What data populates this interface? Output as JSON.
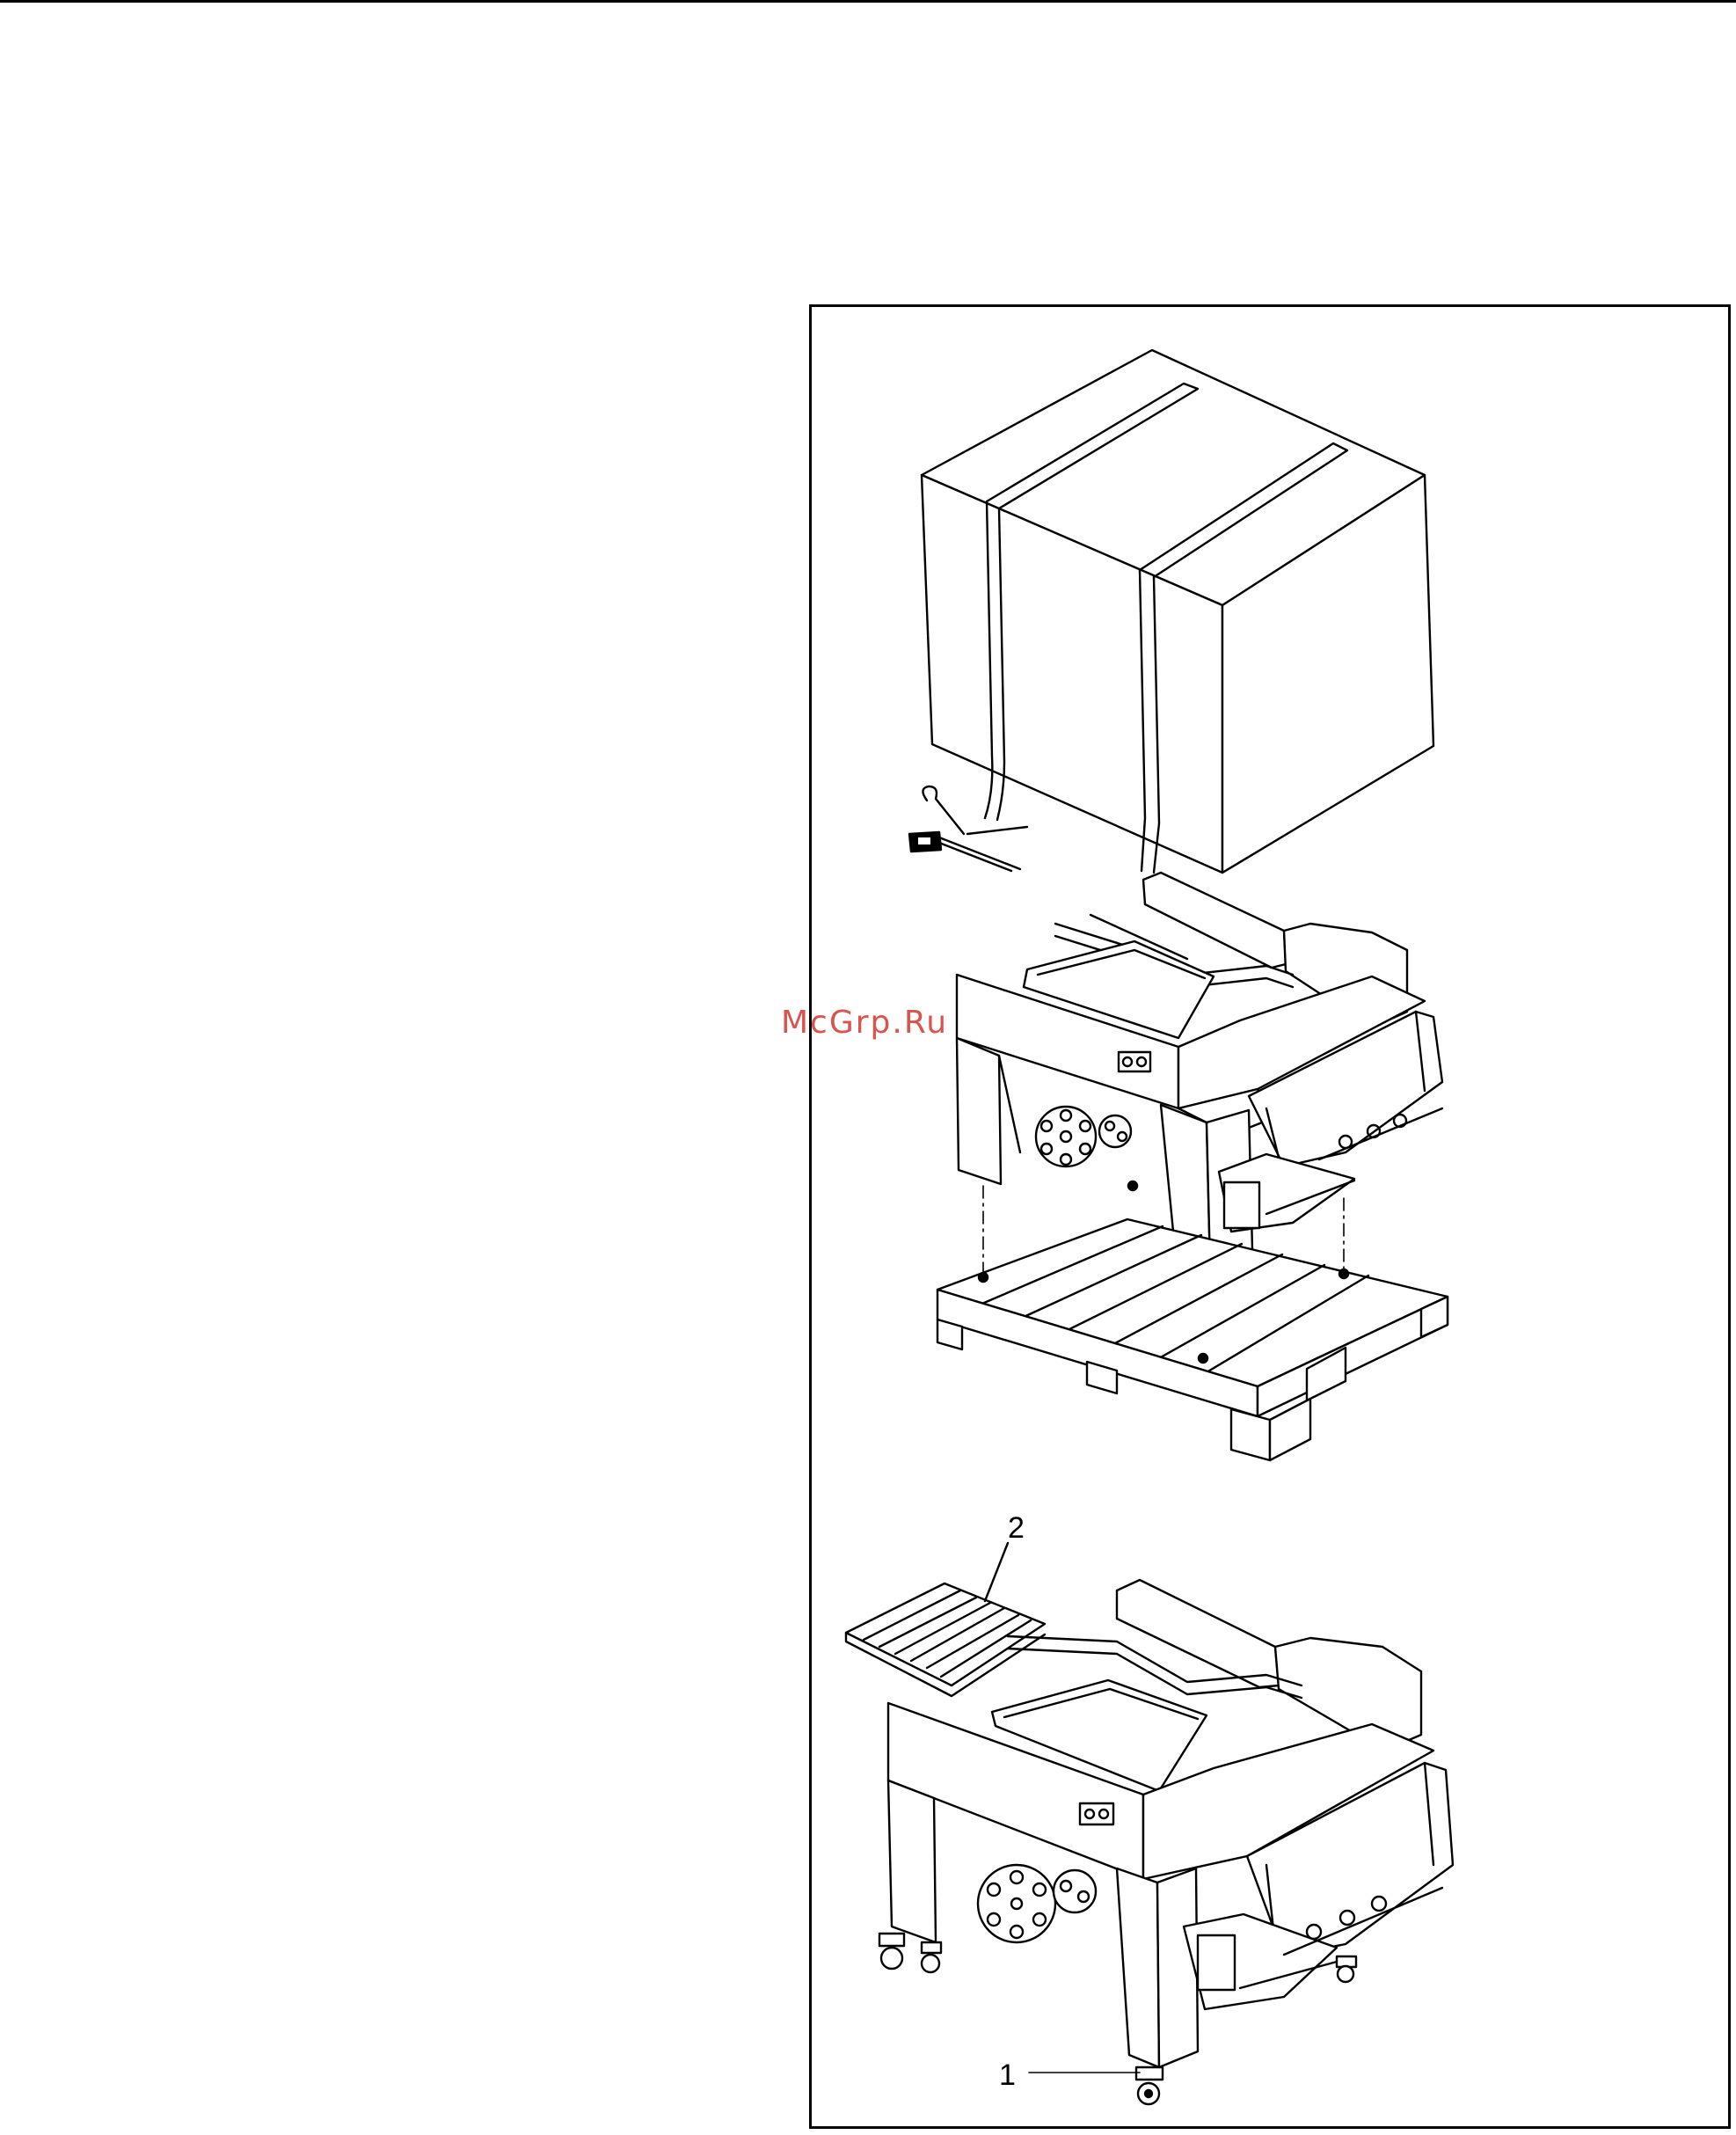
{
  "watermark": "McGrp.Ru",
  "figure": {
    "callouts": [
      {
        "number": "2",
        "part": "roller-conveyor-table"
      },
      {
        "number": "1",
        "part": "caster-wheel"
      }
    ]
  },
  "colors": {
    "line": "#000000",
    "watermark": "#d9534f",
    "background": "#ffffff"
  }
}
